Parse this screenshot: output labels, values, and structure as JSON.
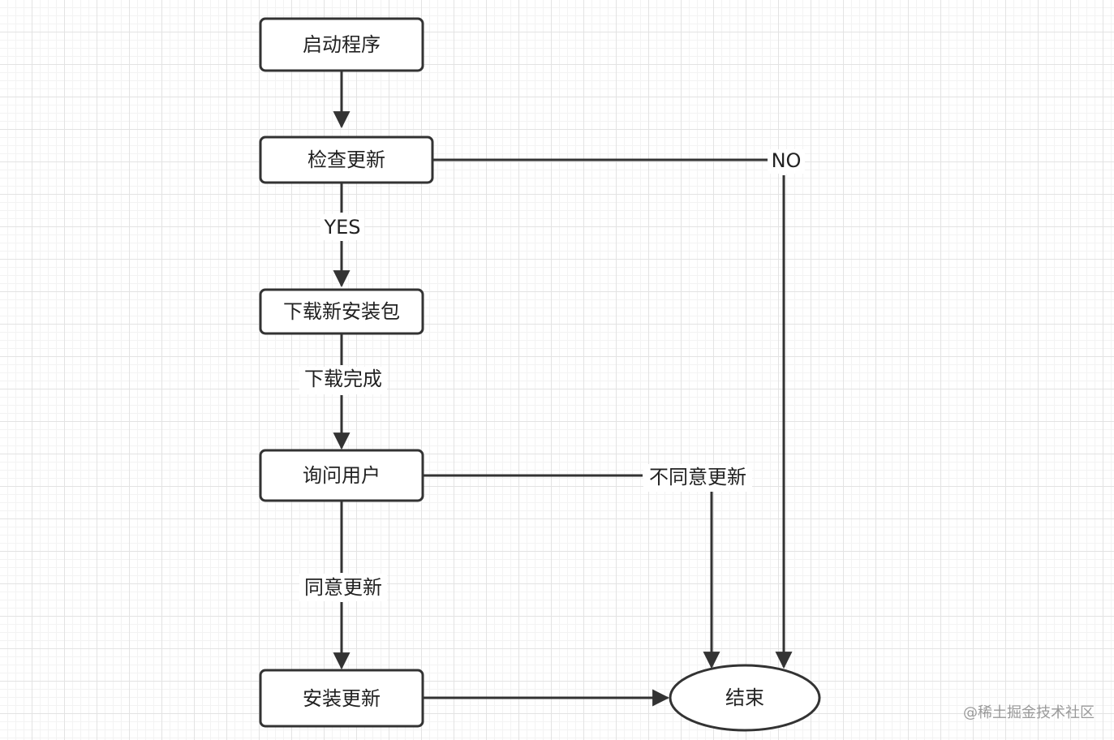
{
  "nodes": {
    "start": "启动程序",
    "check": "检查更新",
    "download": "下载新安装包",
    "ask": "询问用户",
    "install": "安装更新",
    "end": "结束"
  },
  "edges": {
    "yes": "YES",
    "no": "NO",
    "download_done": "下载完成",
    "agree": "同意更新",
    "disagree": "不同意更新"
  },
  "watermark": "@稀土掘金技术社区",
  "colors": {
    "stroke": "#333333",
    "grid": "#e3e3e3"
  }
}
